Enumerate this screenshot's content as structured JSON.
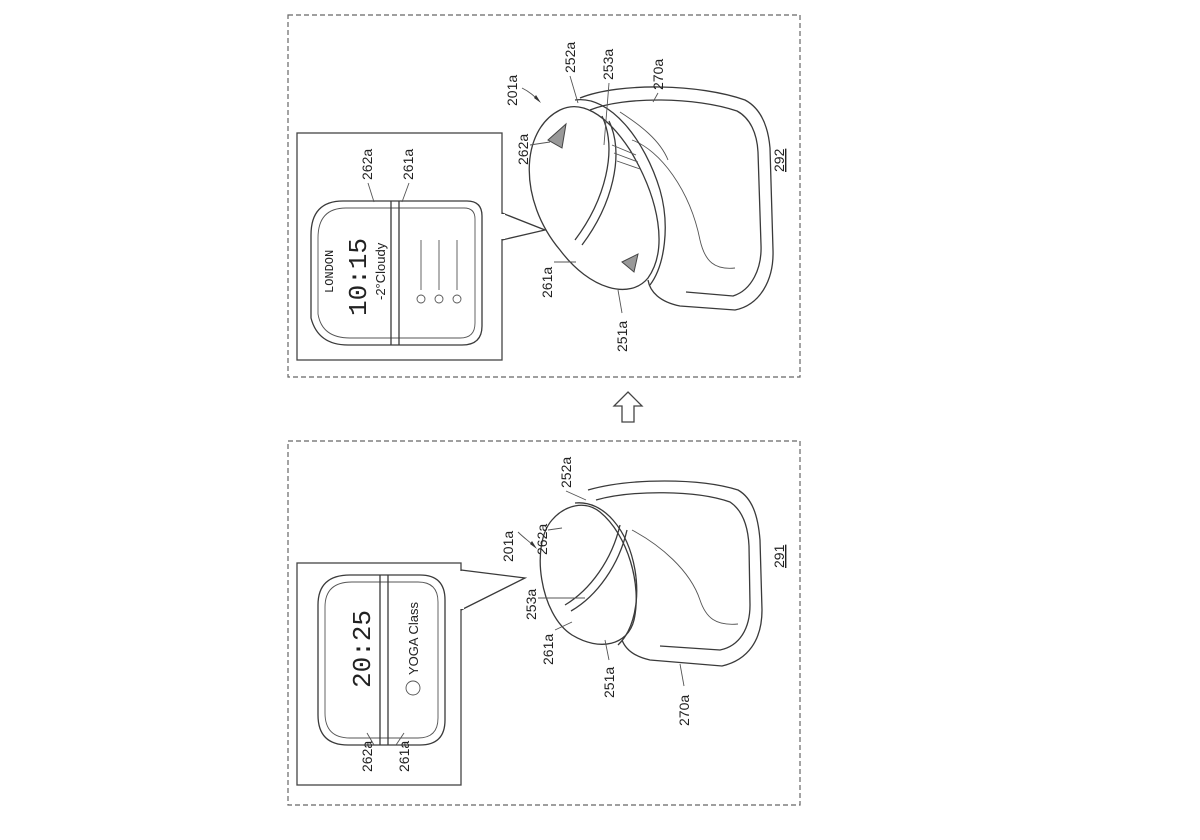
{
  "figure": {
    "top_panel": {
      "ref": "292",
      "device_ref": "201a",
      "labels": {
        "band": "270a",
        "edge_top": "252a",
        "divider": "253a",
        "display_top": "262a",
        "display_bottom": "261a",
        "edge_bottom": "251a"
      },
      "inset": {
        "label_a": "262a",
        "label_b": "261a",
        "city": "LONDON",
        "time": "10:15",
        "weather": "-2°Cloudy"
      }
    },
    "bottom_panel": {
      "ref": "291",
      "device_ref": "201a",
      "labels": {
        "edge_top": "252a",
        "display_top": "262a",
        "divider": "253a",
        "display_bottom": "261a",
        "edge_bottom": "251a",
        "band": "270a"
      },
      "inset": {
        "label_a": "262a",
        "label_b": "261a",
        "time": "20:25",
        "event": "YOGA Class"
      }
    }
  }
}
